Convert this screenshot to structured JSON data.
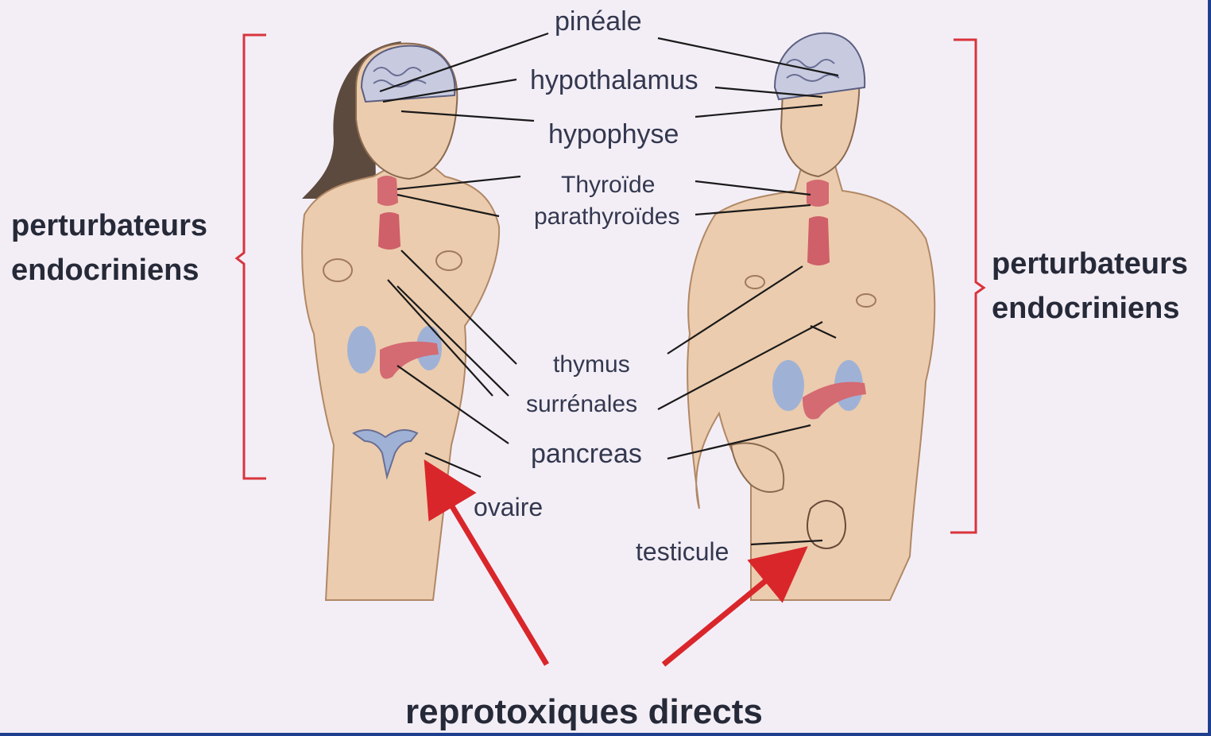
{
  "diagram": {
    "labels": {
      "pineale": "pinéale",
      "hypothalamus": "hypothalamus",
      "hypophyse": "hypophyse",
      "thyroide": "Thyroïde",
      "parathyroides": "parathyroïdes",
      "thymus": "thymus",
      "surrenales": "surrénales",
      "pancreas": "pancreas",
      "ovaire": "ovaire",
      "testicule": "testicule"
    },
    "left_group": {
      "line1": "perturbateurs",
      "line2": "endocriniens"
    },
    "right_group": {
      "line1": "perturbateurs",
      "line2": "endocriniens"
    },
    "bottom_caption": "reprotoxiques directs"
  },
  "colors": {
    "background": "#f3eef6",
    "frame": "#1e3f8f",
    "skin": "#ecccae",
    "bracket": "#d9343c",
    "arrow": "#d9262b",
    "leader": "#1a1a1a",
    "gland": "#d46a72",
    "kidney": "#9fb2d6"
  }
}
